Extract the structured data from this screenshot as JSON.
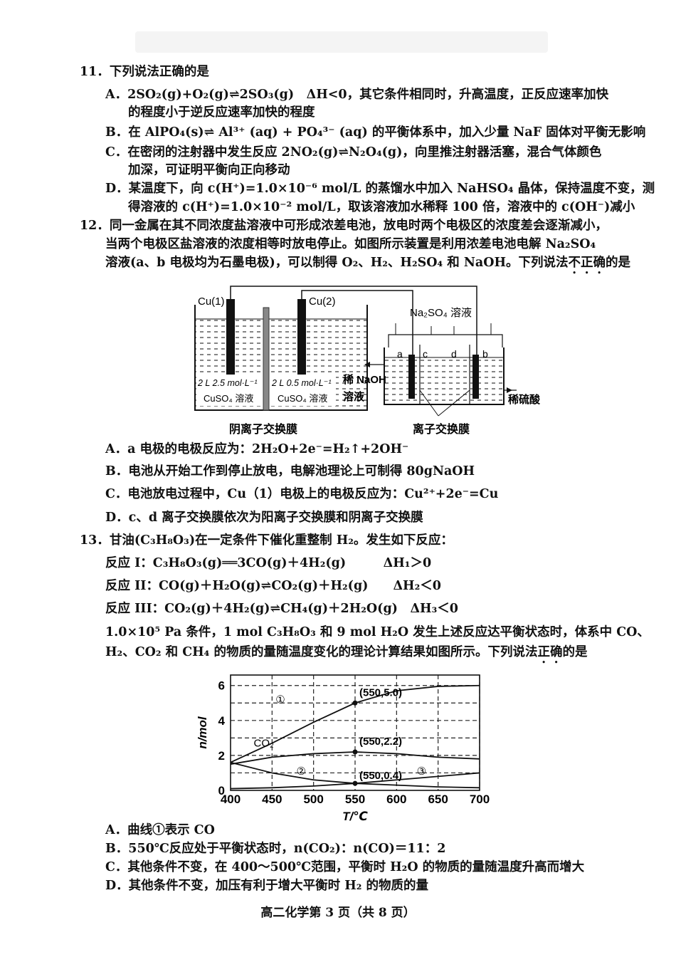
{
  "q11": {
    "stem": "11．下列说法正确的是",
    "options": [
      "A．2SO₂(g)+O₂(g)⇌2SO₃(g)　ΔH<0，其它条件相同时，升高温度，正反应速率加快",
      "的程度小于逆反应速率加快的程度",
      "B．在 AlPO₄(s)⇌ Al³⁺ (aq) + PO₄³⁻ (aq) 的平衡体系中，加入少量 NaF 固体对平衡无影响",
      "C．在密闭的注射器中发生反应 2NO₂(g)⇌N₂O₄(g)，向里推注射器活塞，混合气体颜色",
      "加深，可证明平衡向正向移动",
      "D．某温度下，向 c(H⁺)=1.0×10⁻⁶ mol/L 的蒸馏水中加入 NaHSO₄ 晶体，保持温度不变，测",
      "得溶液的 c(H⁺)=1.0×10⁻² mol/L，取该溶液加水稀释 100 倍，溶液中的 c(OH⁻)减小"
    ]
  },
  "q12": {
    "stem_lines": [
      "12．同一金属在其不同浓度盐溶液中可形成浓差电池，放电时两个电极区的浓度差会逐渐减小，",
      "当两个电极区盐溶液的浓度相等时放电停止。如图所示装置是利用浓差电池电解 Na₂SO₄",
      "溶液(a、b 电极均为石墨电极)，可以制得 O₂、H₂、H₂SO₄ 和 NaOH。下列说法"
    ],
    "stem_emph": "不正确",
    "stem_end": "的是",
    "figure": {
      "cu1": "Cu(1)",
      "cu2": "Cu(2)",
      "left_sol_1": "2 L 2.5 mol·L⁻¹",
      "left_sol_2": "CuSO₄ 溶液",
      "right_sol_1": "2 L 0.5 mol·L⁻¹",
      "right_sol_2": "CuSO₄ 溶液",
      "na2so4": "Na₂SO₄ 溶液",
      "naoh_1": "稀 NaOH",
      "naoh_2": "溶液",
      "acid": "稀硫酸",
      "a": "a",
      "b": "b",
      "c": "c",
      "d": "d",
      "membrane_left": "阴离子交换膜",
      "membrane_right": "离子交换膜"
    },
    "options": [
      "A．a 电极的电极反应为：2H₂O+2e⁻=H₂↑+2OH⁻",
      "B．电池从开始工作到停止放电，电解池理论上可制得 80gNaOH",
      "C．电池放电过程中，Cu（1）电极上的电极反应为：Cu²⁺+2e⁻=Cu",
      "D．c、d 离子交换膜依次为阳离子交换膜和阴离子交换膜"
    ]
  },
  "q13": {
    "stem": "13．甘油(C₃H₈O₃)在一定条件下催化重整制 H₂。发生如下反应：",
    "reactions": [
      "反应 I：C₃H₈O₃(g)══3CO(g)＋4H₂(g)　　　ΔH₁＞0",
      "反应 II：CO(g)＋H₂O(g)⇌CO₂(g)＋H₂(g)　　ΔH₂＜0",
      "反应 III：CO₂(g)＋4H₂(g)⇌CH₄(g)＋2H₂O(g)　ΔH₃＜0"
    ],
    "condition_lines": [
      "1.0×10⁵ Pa 条件，1 mol C₃H₈O₃ 和 9 mol H₂O 发生上述反应达平衡状态时，体系中 CO、",
      "H₂、CO₂ 和 CH₄ 的物质的量随温度变化的理论计算结果如图所示。下列说法"
    ],
    "cond_emph": "正确",
    "cond_end": "的是",
    "options": [
      "A．曲线①表示 CO",
      "B．550℃反应处于平衡状态时，n(CO₂)：n(CO)＝11：2",
      "C．其他条件不变，在 400～500℃范围，平衡时 H₂O 的物质的量随温度升高而增大",
      "D．其他条件不变，加压有利于增大平衡时 H₂ 的物质的量"
    ]
  },
  "chart_data": {
    "type": "line",
    "xlabel": "T/℃",
    "ylabel": "n/mol",
    "x_ticks": [
      400,
      450,
      500,
      550,
      600,
      650,
      700
    ],
    "y_ticks": [
      0,
      2,
      4,
      6
    ],
    "xlim": [
      400,
      700
    ],
    "ylim": [
      0,
      6.6
    ],
    "grid": true,
    "series": [
      {
        "name": "①",
        "x": [
          400,
          450,
          500,
          550,
          600,
          650,
          700
        ],
        "y": [
          1.6,
          2.7,
          3.9,
          5.0,
          5.7,
          5.95,
          6.0
        ]
      },
      {
        "name": "CO₂",
        "x": [
          400,
          450,
          500,
          550,
          600,
          650,
          700
        ],
        "y": [
          1.5,
          1.9,
          2.1,
          2.2,
          2.1,
          1.9,
          1.8
        ]
      },
      {
        "name": "②",
        "x": [
          400,
          450,
          500,
          550,
          600,
          650,
          700
        ],
        "y": [
          1.6,
          1.0,
          0.6,
          0.4,
          0.3,
          0.2,
          0.15
        ]
      },
      {
        "name": "③",
        "x": [
          400,
          450,
          500,
          550,
          600,
          650,
          700
        ],
        "y": [
          0.1,
          0.15,
          0.25,
          0.4,
          0.6,
          0.8,
          1.0
        ]
      }
    ],
    "points": [
      {
        "x": 550,
        "y": 5.0,
        "label": "(550,5.0)"
      },
      {
        "x": 550,
        "y": 2.2,
        "label": "(550,2.2)"
      },
      {
        "x": 550,
        "y": 0.4,
        "label": "(550,0.4)"
      }
    ]
  },
  "footer": "高二化学第 3 页（共 8 页）"
}
